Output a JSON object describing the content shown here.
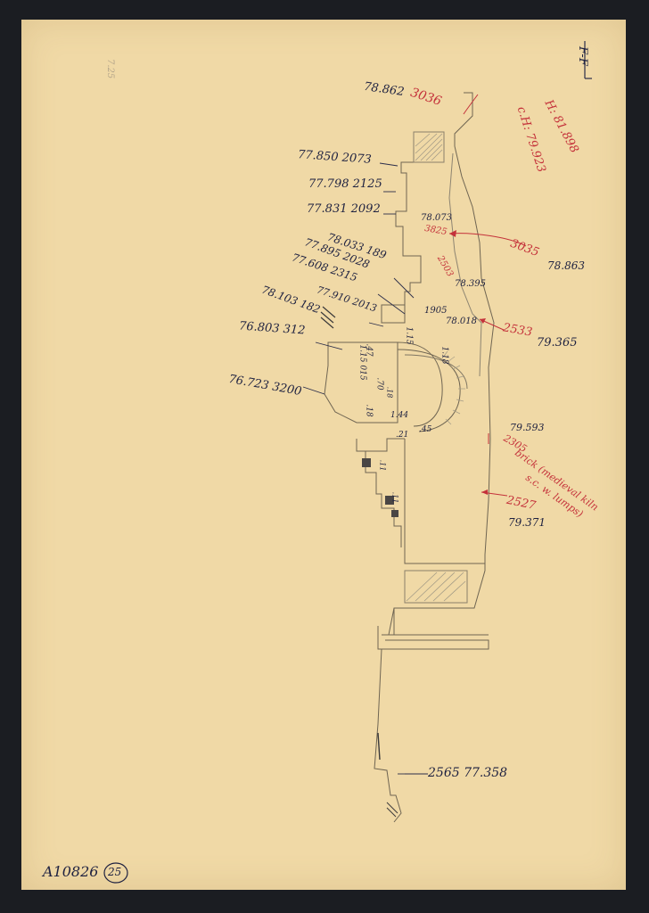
{
  "section_label": "F-F",
  "top_level": "78.862",
  "top_number": "3036",
  "red_heights": {
    "h": "H: 81.898",
    "ch": "c.H: 79.923"
  },
  "left_levels": [
    {
      "level": "77.850",
      "num": "2073"
    },
    {
      "level": "77.798",
      "num": "2125"
    },
    {
      "level": "77.831",
      "num": "2092"
    },
    {
      "level": "78.033",
      "num": "189"
    },
    {
      "level": "77.895",
      "num": "2028"
    },
    {
      "level": "77.608",
      "num": "2315"
    },
    {
      "level": "77.910",
      "num": "2013"
    },
    {
      "level": "78.103",
      "num": "182"
    },
    {
      "level": "76.803",
      "num": "312"
    },
    {
      "level": "76.723",
      "num": "3200"
    }
  ],
  "inner_values": {
    "a": "78.073",
    "a_red": "3825",
    "b_red": "2503",
    "b": "78.395",
    "c": "1905",
    "d": "78.018"
  },
  "right_levels": [
    {
      "num": "3035",
      "level": "78.863"
    },
    {
      "num": "2533",
      "level": "79.365"
    }
  ],
  "brick": {
    "level": "79.593",
    "num": "2305",
    "note": "brick (medieval kiln",
    "note2": "s.c. w. lumps)"
  },
  "right_bottom": {
    "num": "2527",
    "level": "79.371"
  },
  "bottom_level": {
    "num": "2565",
    "level": "77.358"
  },
  "dims": [
    "1.18",
    "1.44",
    ".45",
    ".18",
    ".21",
    "1.15",
    "1.15 015",
    ".70",
    ".47",
    ".11",
    ".11",
    ".18"
  ],
  "faint_pencil": "7.25",
  "catalog": {
    "id": "A10826",
    "circled": "25"
  }
}
